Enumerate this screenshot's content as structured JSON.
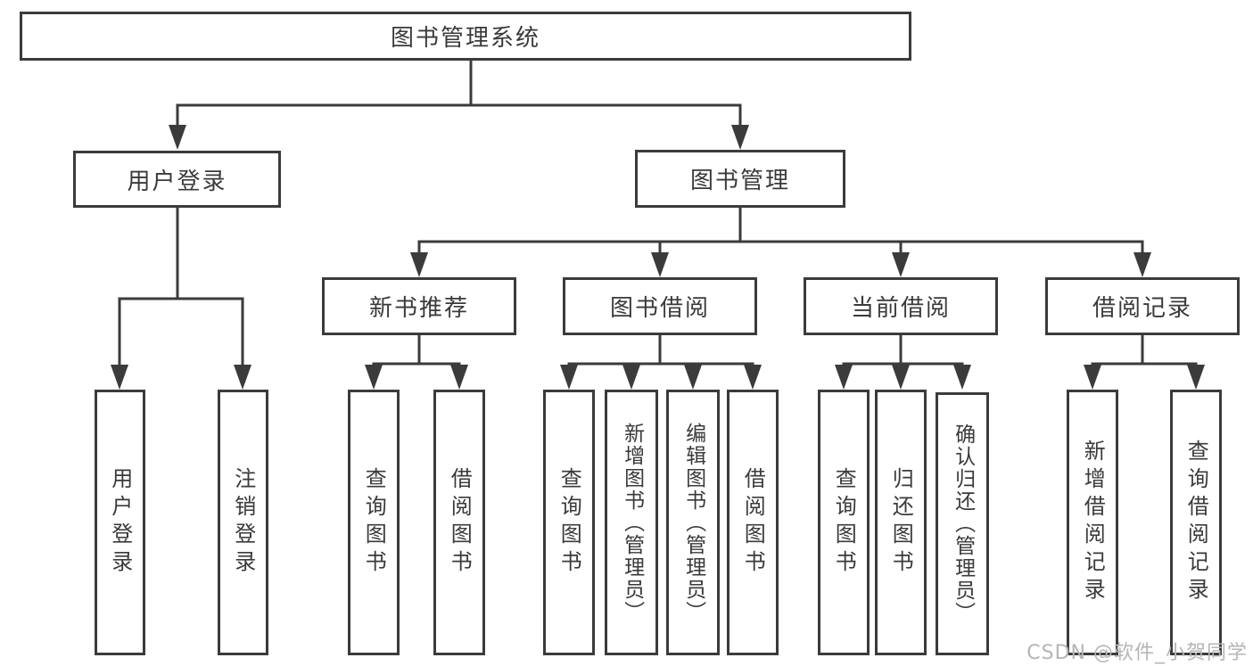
{
  "tree": {
    "root": "图书管理系统",
    "branches": [
      {
        "label": "用户登录",
        "children": [
          "用户登录",
          "注销登录"
        ]
      },
      {
        "label": "图书管理",
        "groups": [
          {
            "label": "新书推荐",
            "children": [
              "查询图书",
              "借阅图书"
            ]
          },
          {
            "label": "图书借阅",
            "children": [
              "查询图书",
              "新增图书（管理员）",
              "编辑图书（管理员）",
              "借阅图书"
            ]
          },
          {
            "label": "当前借阅",
            "children": [
              "查询图书",
              "归还图书",
              "确认归还（管理员）"
            ]
          },
          {
            "label": "借阅记录",
            "children": [
              "新增借阅记录",
              "查询借阅记录"
            ]
          }
        ]
      }
    ]
  },
  "watermark": {
    "text": "CSDN @软件_小贺同学"
  },
  "colors": {
    "line": "#3b3b3b",
    "text": "#3a3a3a",
    "background": "#ffffff",
    "watermark": "#b5b5b5"
  }
}
